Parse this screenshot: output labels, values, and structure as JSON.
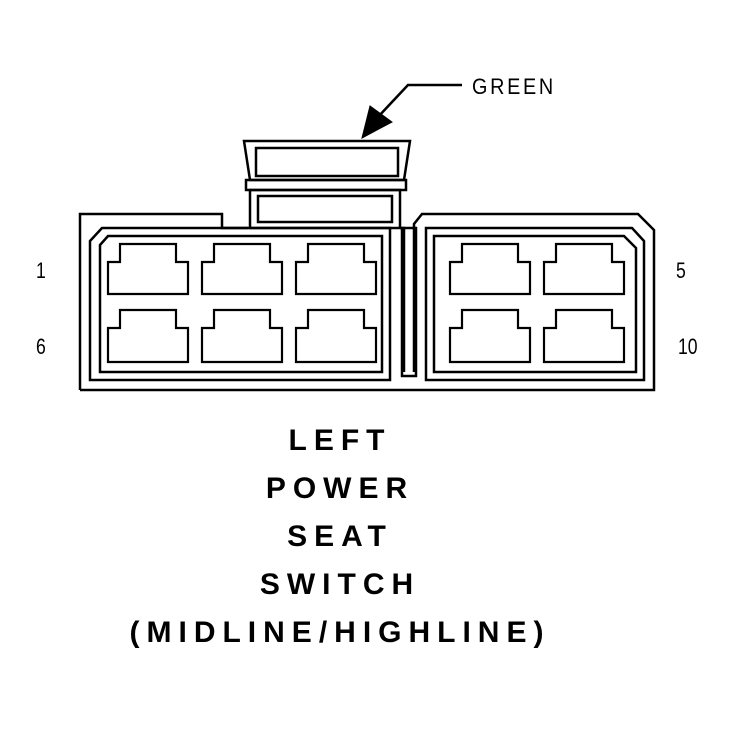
{
  "callout": {
    "text": "GREEN"
  },
  "pin_labels": {
    "top_left": "1",
    "bottom_left": "6",
    "top_right": "5",
    "bottom_right": "10"
  },
  "title_lines": [
    "LEFT",
    "POWER",
    "SEAT",
    "SWITCH",
    "(MIDLINE/HIGHLINE)"
  ],
  "colors": {
    "ink": "#000000",
    "background": "#ffffff"
  }
}
